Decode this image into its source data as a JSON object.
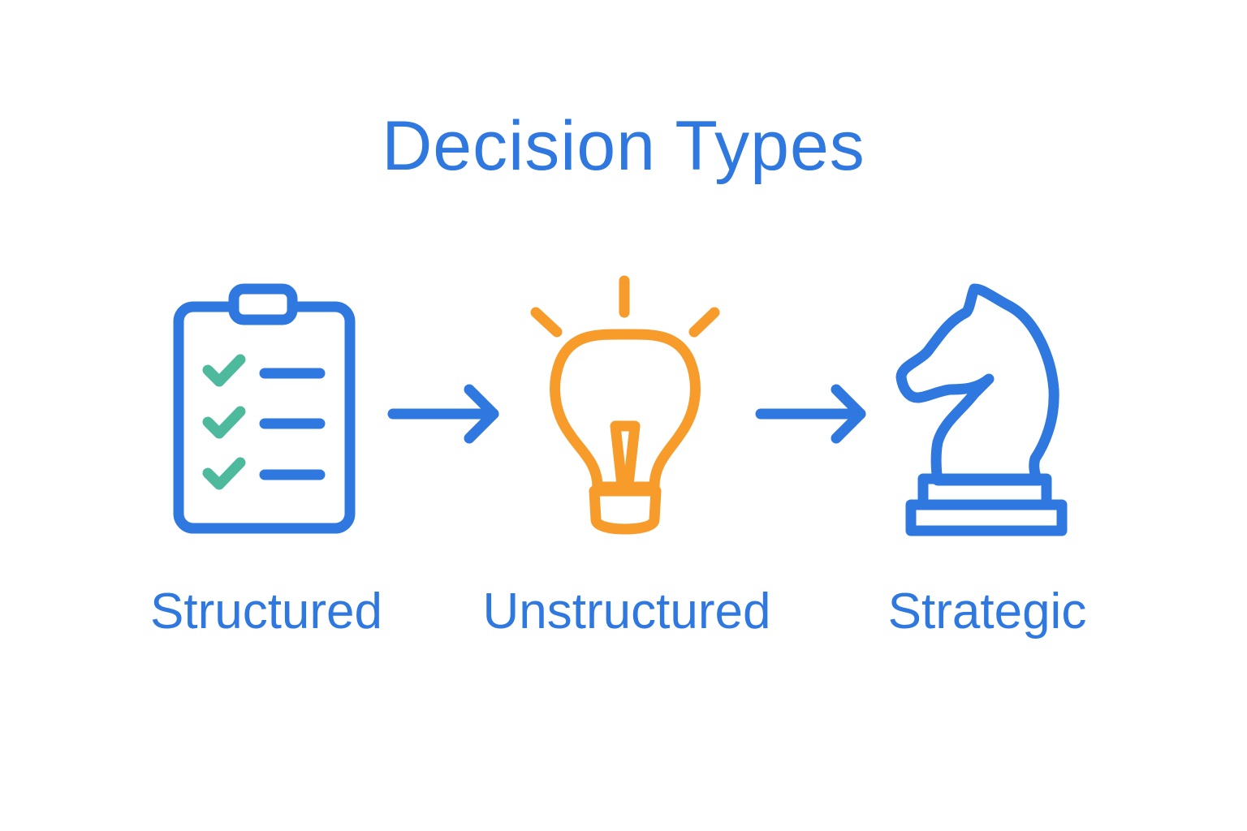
{
  "title": "Decision Types",
  "colors": {
    "primary_blue": "#2f78e0",
    "orange": "#f79b2b",
    "check_green": "#4dba9e",
    "background": "#ffffff"
  },
  "steps": [
    {
      "label": "Structured",
      "icon": "clipboard-checklist-icon"
    },
    {
      "label": "Unstructured",
      "icon": "lightbulb-icon"
    },
    {
      "label": "Strategic",
      "icon": "chess-knight-icon"
    }
  ],
  "connectors": [
    {
      "from": "Structured",
      "to": "Unstructured",
      "icon": "arrow-right-icon"
    },
    {
      "from": "Unstructured",
      "to": "Strategic",
      "icon": "arrow-right-icon"
    }
  ]
}
